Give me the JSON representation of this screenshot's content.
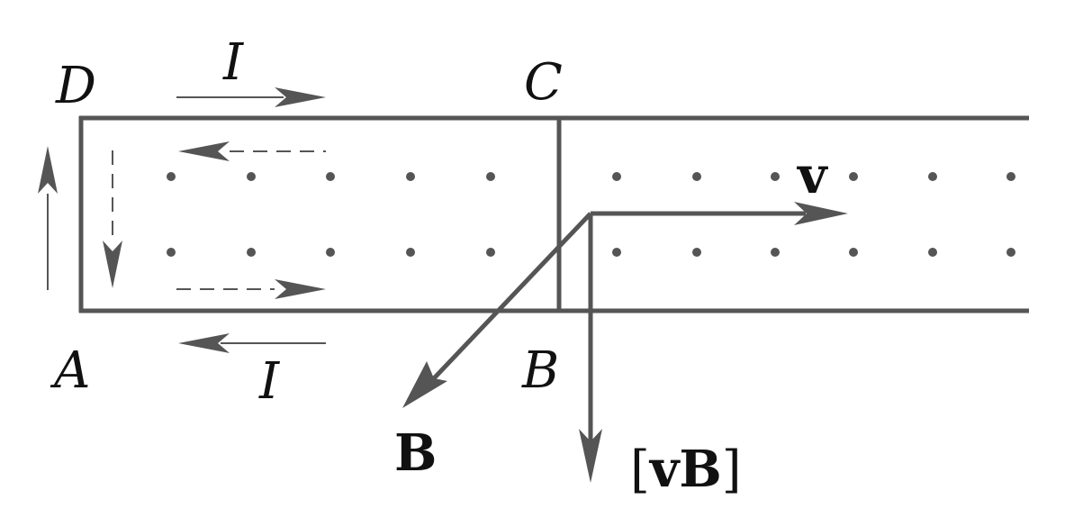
{
  "labels": {
    "D": "D",
    "C": "C",
    "A": "A",
    "B": "B",
    "current_top": "I",
    "current_bottom": "I",
    "velocity": "v",
    "field": "B",
    "vb_open": "[",
    "vb_text": "vB",
    "vb_close": "]"
  },
  "colors": {
    "line": "#555555",
    "dot": "#555555",
    "text": "#111111"
  }
}
